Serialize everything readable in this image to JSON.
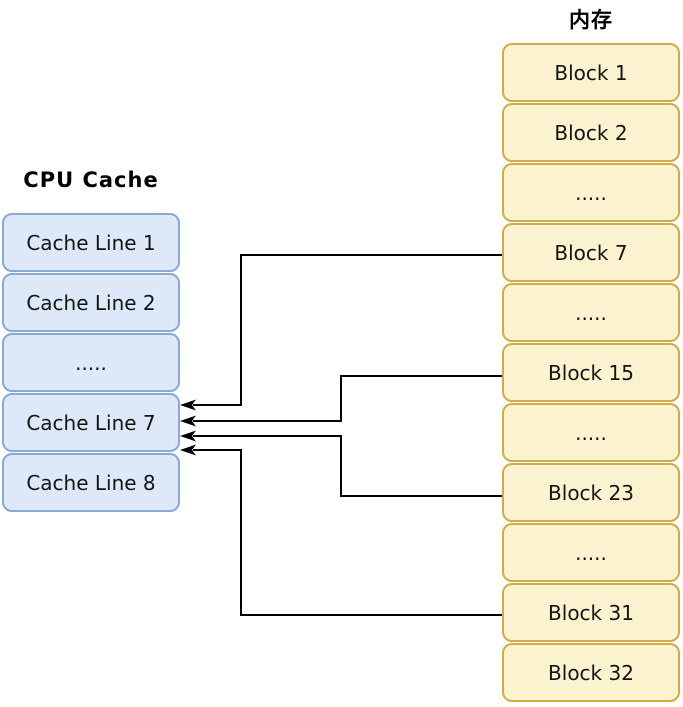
{
  "cache": {
    "title": "CPU Cache",
    "lines": [
      "Cache Line 1",
      "Cache Line 2",
      ".....",
      "Cache Line 7",
      "Cache Line 8"
    ]
  },
  "memory": {
    "title": "内存",
    "blocks": [
      "Block 1",
      "Block 2",
      ".....",
      "Block 7",
      ".....",
      "Block 15",
      ".....",
      "Block 23",
      ".....",
      "Block 31",
      "Block 32"
    ]
  },
  "mappings": [
    {
      "from": "Block 7",
      "to": "Cache Line 7"
    },
    {
      "from": "Block 15",
      "to": "Cache Line 7"
    },
    {
      "from": "Block 23",
      "to": "Cache Line 7"
    },
    {
      "from": "Block 31",
      "to": "Cache Line 7"
    }
  ],
  "colors": {
    "cache_fill": "#dde9f8",
    "cache_border": "#8ba8d0",
    "memory_fill": "#fbf2cf",
    "memory_border": "#d1ab4a",
    "connector": "#000000",
    "text": "#141414"
  }
}
